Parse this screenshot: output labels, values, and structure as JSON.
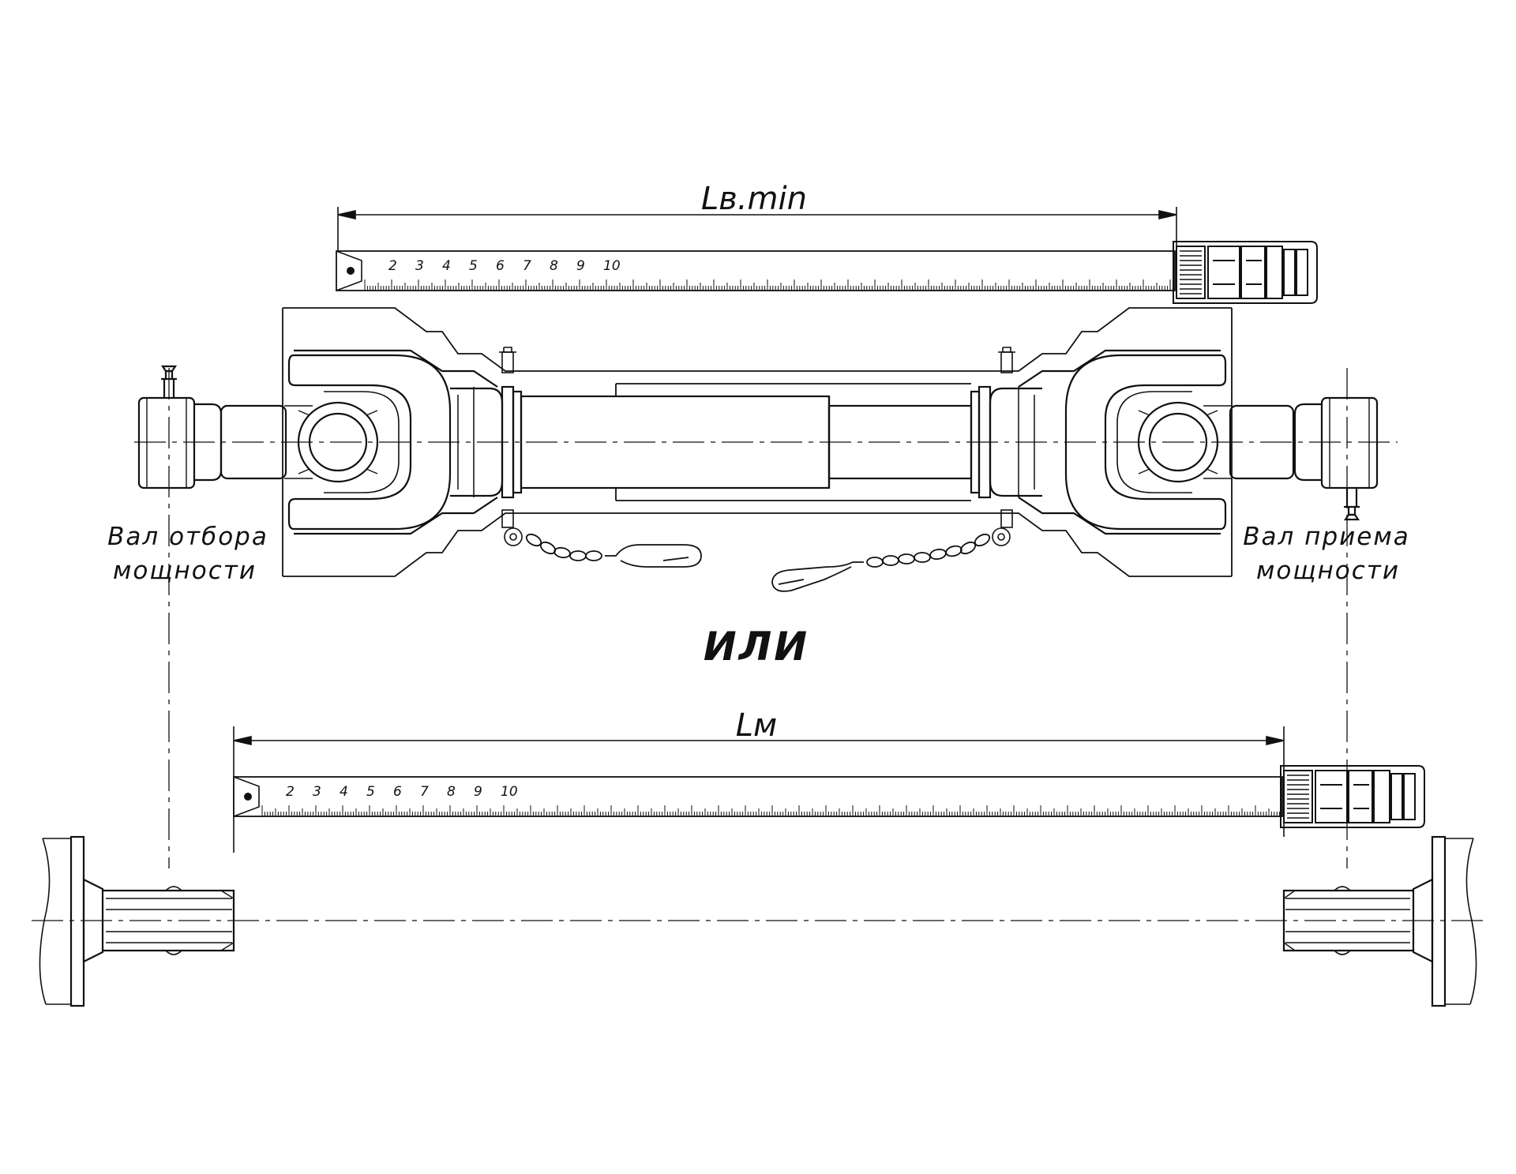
{
  "labels": {
    "dim_top": "Lв.min",
    "dim_bottom": "Lм",
    "or_word": "ИЛИ",
    "left_shaft": [
      "Вал отбора",
      "мощности"
    ],
    "right_shaft": [
      "Вал приема",
      "мощности"
    ]
  },
  "tape_numbers": [
    "2",
    "3",
    "4",
    "5",
    "6",
    "7",
    "8",
    "9",
    "10"
  ],
  "colors": {
    "line": "#111111",
    "background": "#ffffff"
  }
}
